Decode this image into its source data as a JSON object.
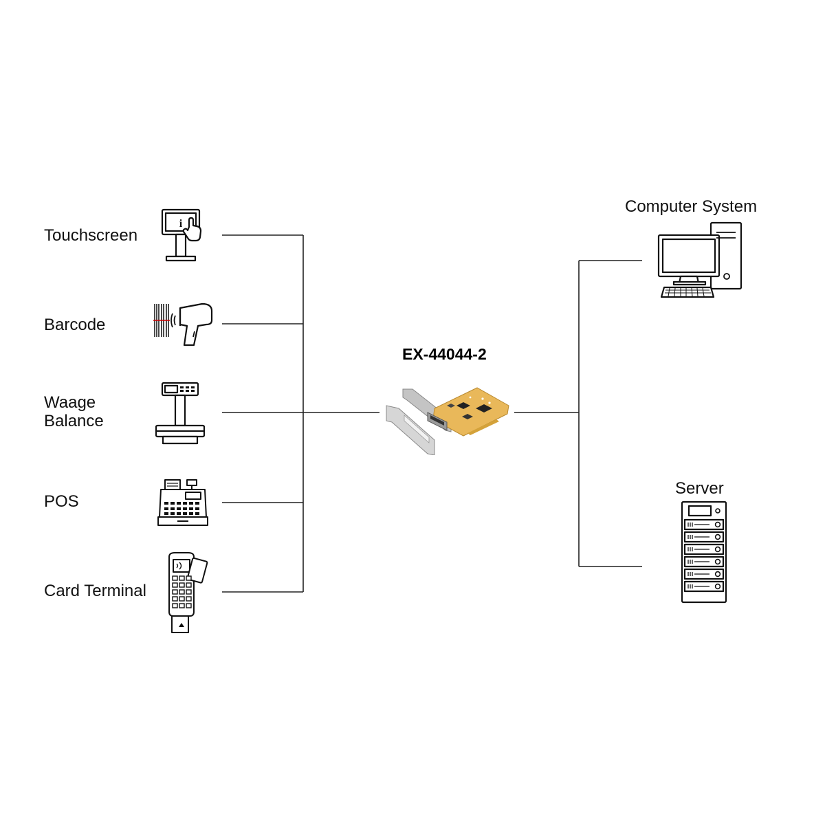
{
  "devices": {
    "touchscreen": "Touchscreen",
    "barcode": "Barcode",
    "scale_line1": "Waage",
    "scale_line2": "Balance",
    "pos": "POS",
    "card_terminal": "Card Terminal"
  },
  "card": {
    "model": "EX-44044-2"
  },
  "hosts": {
    "computer": "Computer System",
    "server": "Server"
  },
  "icons": {
    "touchscreen": "kiosk-touchscreen-icon",
    "barcode": "barcode-scanner-icon",
    "scale": "weighing-scale-icon",
    "pos": "cash-register-icon",
    "card_terminal": "card-terminal-icon",
    "card": "pcie-serial-card-image",
    "computer": "desktop-computer-icon",
    "server": "server-rack-icon"
  },
  "colors": {
    "line": "#222222",
    "pcb": "#e9b85a",
    "bracket": "#c8c8c8"
  }
}
